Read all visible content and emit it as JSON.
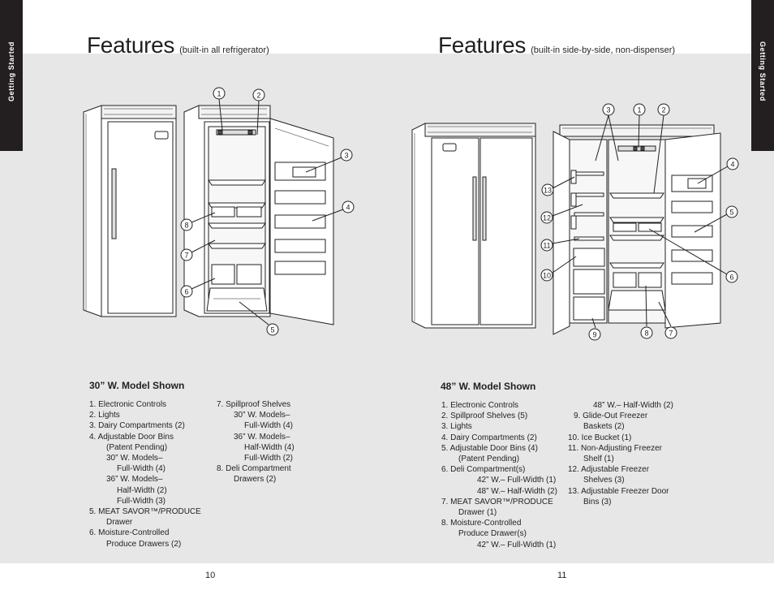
{
  "side_tabs": {
    "left": "Getting Started",
    "right": "Getting Started"
  },
  "left": {
    "title": "Features",
    "subtitle": "(built-in all refrigerator)",
    "model_heading": "30” W. Model Shown",
    "callouts": [
      "1",
      "2",
      "3",
      "4",
      "5",
      "6",
      "7",
      "8"
    ],
    "col1": [
      {
        "main": "1. Electronic Controls",
        "sub": []
      },
      {
        "main": "2. Lights",
        "sub": []
      },
      {
        "main": "3. Dairy Compartments (2)",
        "sub": []
      },
      {
        "main": "4. Adjustable Door Bins",
        "sub": [
          "(Patent Pending)",
          "30” W. Models–"
        ],
        "sub2": [
          "Full-Width (4)"
        ],
        "sub_b": [
          "36” W. Models–"
        ],
        "sub2_b": [
          "Half-Width (2)",
          "Full-Width (3)"
        ]
      },
      {
        "main": "5. MEAT SAVOR™/PRODUCE",
        "sub": [
          "Drawer"
        ]
      },
      {
        "main": "6. Moisture-Controlled",
        "sub": [
          "Produce Drawers (2)"
        ]
      }
    ],
    "col2": [
      {
        "main": "7. Spillproof Shelves",
        "sub": [
          "30” W. Models–"
        ],
        "sub2": [
          "Full-Width (4)"
        ],
        "sub_b": [
          "36” W. Models–"
        ],
        "sub2_b": [
          "Half-Width (4)",
          "Full-Width (2)"
        ]
      },
      {
        "main": "8. Deli Compartment",
        "sub": [
          "Drawers (2)"
        ]
      }
    ],
    "page_number": "10"
  },
  "right": {
    "title": "Features",
    "subtitle": "(built-in side-by-side, non-dispenser)",
    "model_heading": "48” W. Model Shown",
    "callouts": [
      "1",
      "2",
      "3",
      "4",
      "5",
      "6",
      "7",
      "8",
      "9",
      "10",
      "11",
      "12",
      "13"
    ],
    "col1": [
      {
        "main": "1. Electronic Controls",
        "sub": []
      },
      {
        "main": "2. Spillproof Shelves (5)",
        "sub": []
      },
      {
        "main": "3. Lights",
        "sub": []
      },
      {
        "main": "4. Dairy Compartments (2)",
        "sub": []
      },
      {
        "main": "5. Adjustable Door Bins (4)",
        "sub": [
          "(Patent Pending)"
        ]
      },
      {
        "main": "6. Deli Compartment(s)",
        "sub": [],
        "sub3": [
          "42” W.– Full-Width (1)",
          "48” W.– Half-Width (2)"
        ]
      },
      {
        "main": "7. MEAT SAVOR™/PRODUCE",
        "sub": [
          "Drawer (1)"
        ]
      },
      {
        "main": "8. Moisture-Controlled",
        "sub": [
          "Produce Drawer(s)"
        ],
        "sub3": [
          "42” W.– Full-Width (1)"
        ]
      }
    ],
    "col2": [
      {
        "cont": "48” W.– Half-Width (2)"
      },
      {
        "main": "9. Glide-Out Freezer",
        "sub": [
          "Baskets (2)"
        ]
      },
      {
        "main": "10. Ice Bucket (1)",
        "sub": []
      },
      {
        "main": "11. Non-Adjusting Freezer",
        "sub": [
          "Shelf (1)"
        ]
      },
      {
        "main": "12. Adjustable Freezer",
        "sub": [
          "Shelves (3)"
        ]
      },
      {
        "main": "13. Adjustable Freezer Door",
        "sub": [
          "Bins (3)"
        ]
      }
    ],
    "page_number": "11"
  },
  "colors": {
    "band": "#e7e7e7",
    "ink": "#231f20",
    "tab": "#231f20"
  }
}
